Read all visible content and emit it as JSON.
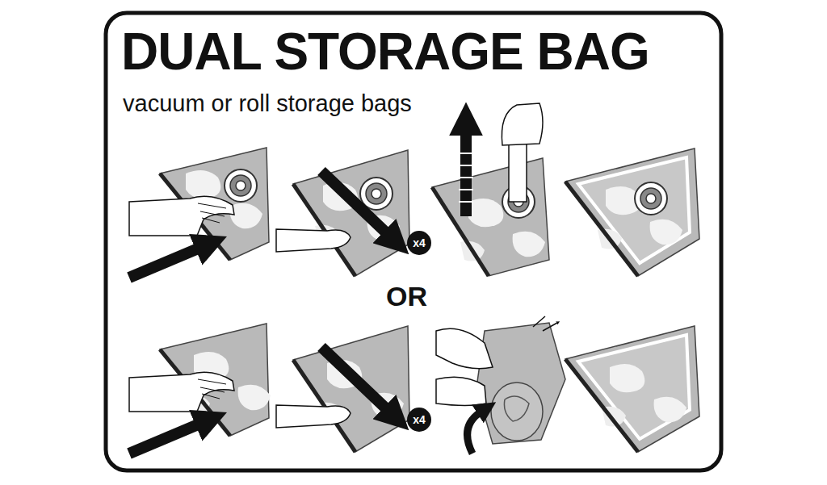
{
  "diagram": {
    "title": "DUAL STORAGE BAG",
    "nodes": [
      {
        "text": [
          "x4"
        ]
      },
      {
        "text": [
          "x4"
        ]
      }
    ],
    "labels": [
      "vacuum or roll storage bags",
      "OR"
    ]
  }
}
